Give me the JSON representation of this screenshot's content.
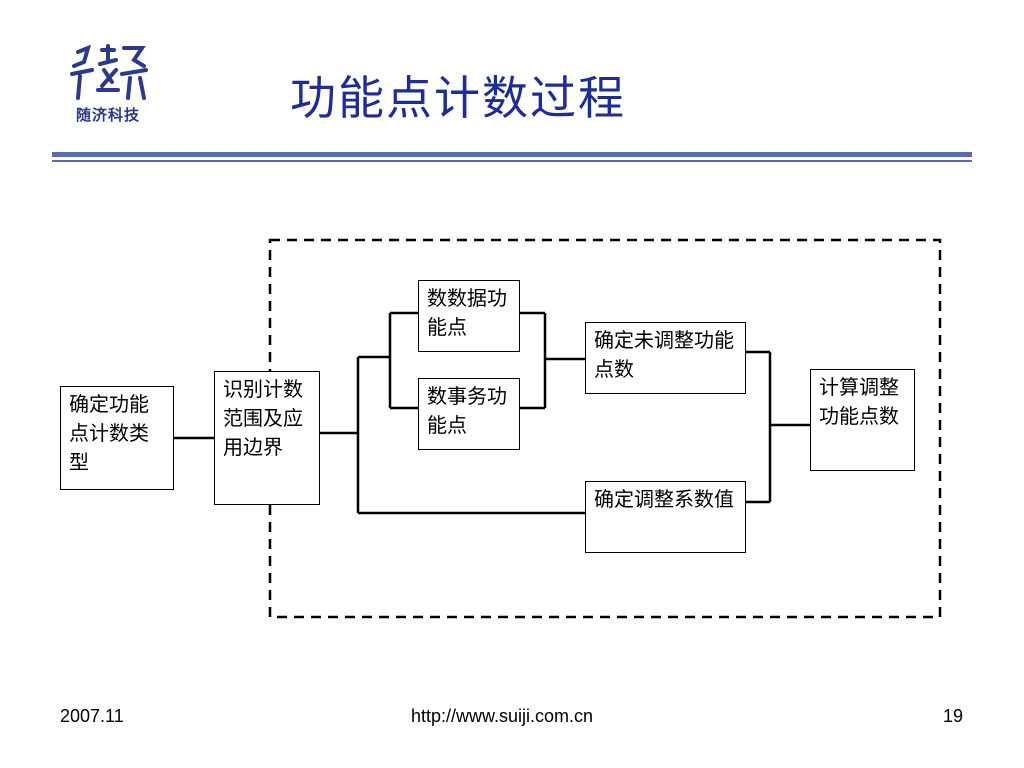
{
  "header": {
    "title": "功能点计数过程",
    "logo_text": "随济科技"
  },
  "diagram": {
    "nodes": {
      "determine_type": "确定功能点计数类型",
      "identify_scope": "识别计数范围及应用边界",
      "data_fp": "数数据功能点",
      "txn_fp": "数事务功能点",
      "unadjusted_fp": "确定未调整功能点数",
      "adjust_factor": "确定调整系数值",
      "adjusted_fp": "计算调整功能点数"
    }
  },
  "footer": {
    "date": "2007.11",
    "url": "http://www.suiji.com.cn",
    "page": "19"
  },
  "colors": {
    "title": "#1d2c96",
    "rule": "#5a6bb4",
    "logo": "#2c3a8c"
  }
}
